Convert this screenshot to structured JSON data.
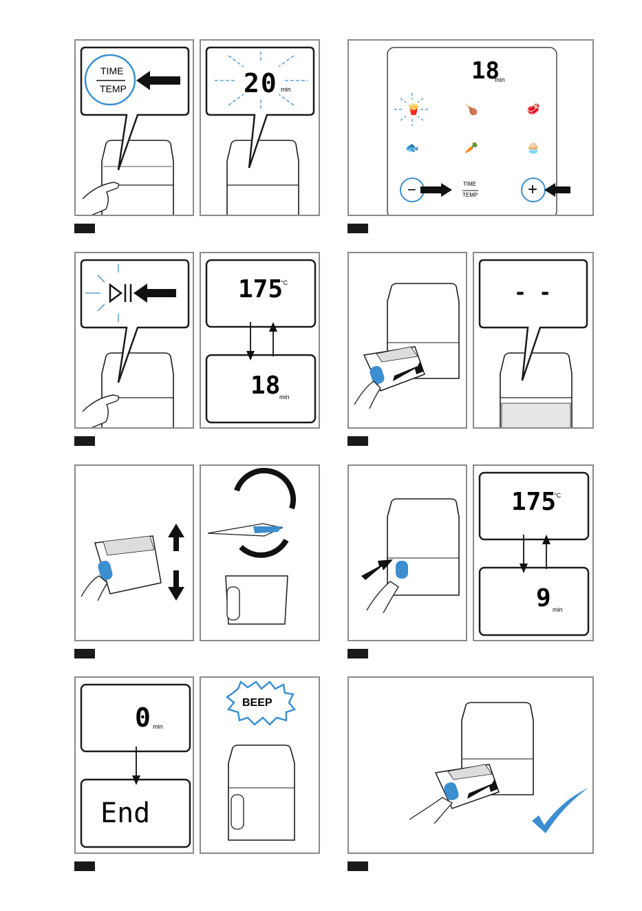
{
  "colors": {
    "accent": "#3b8fd0",
    "frame": "#8a8a8a",
    "ink": "#1a1a1a"
  },
  "step1": {
    "time_label": "TIME",
    "temp_label": "TEMP",
    "display_value": "20",
    "unit": "min"
  },
  "step2": {
    "display_value": "18",
    "unit": "min",
    "time_label": "TIME",
    "temp_label": "TEMP",
    "program_icons": [
      "fries-icon",
      "chicken-leg-icon",
      "steak-icon",
      "fish-icon",
      "vegetables-icon",
      "muffin-icon"
    ],
    "minus_label": "−",
    "plus_label": "+"
  },
  "step3": {
    "start_icon": "play-pause-icon",
    "temp_value": "175",
    "temp_unit": "°C",
    "time_value": "18",
    "time_unit": "min"
  },
  "step4": {
    "display_value": "- -"
  },
  "step5": {},
  "step6": {
    "temp_value": "175",
    "temp_unit": "°C",
    "time_value": "9",
    "time_unit": "min"
  },
  "step7": {
    "time_value": "0",
    "time_unit": "min",
    "end_text": "End",
    "beep_text": "BEEP"
  },
  "step8": {
    "check_icon": "checkmark-icon"
  }
}
